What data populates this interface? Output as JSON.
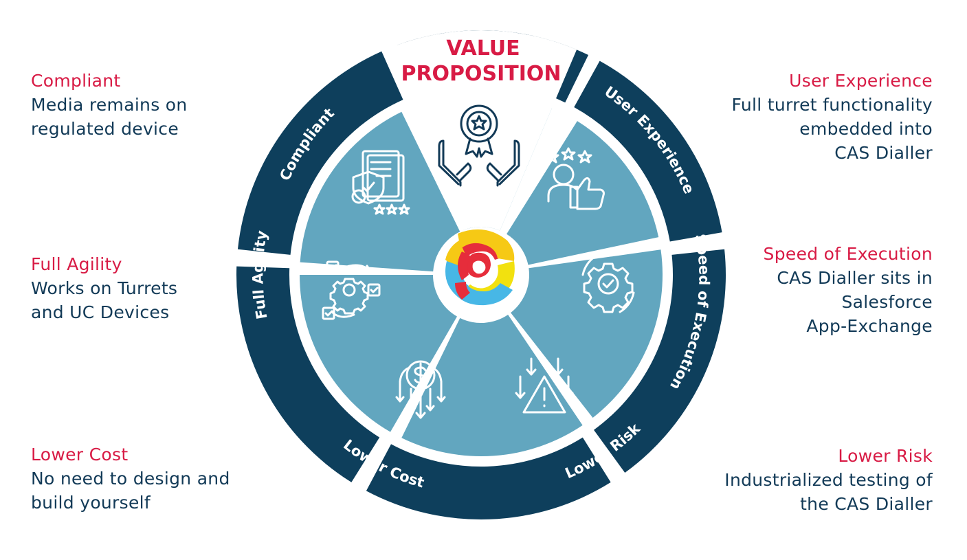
{
  "title": {
    "line1": "VALUE",
    "line2": "PROPOSITION"
  },
  "segments": [
    {
      "ring": "User Experience",
      "icon": "thumbs-up-rating-icon"
    },
    {
      "ring": "Speed of Execution",
      "icon": "gear-check-icon"
    },
    {
      "ring": "Lower Risk",
      "icon": "risk-warning-icon"
    },
    {
      "ring": "Lower Cost",
      "icon": "dollar-down-icon"
    },
    {
      "ring": "Full Agility",
      "icon": "gear-process-icon"
    },
    {
      "ring": "Compliant",
      "icon": "compliance-document-icon"
    }
  ],
  "center_icon": "brand-logo-icon",
  "top_icon": "award-hands-icon",
  "descriptions": {
    "compliant": {
      "title": "Compliant",
      "lines": [
        "Media remains on",
        "regulated device"
      ]
    },
    "full_agility": {
      "title": "Full Agility",
      "lines": [
        "Works on Turrets",
        "and UC Devices"
      ]
    },
    "lower_cost": {
      "title": "Lower Cost",
      "lines": [
        "No need to design and",
        "build yourself"
      ]
    },
    "user_experience": {
      "title": "User Experience",
      "lines": [
        "Full turret functionality",
        "embedded into",
        "CAS Dialler"
      ]
    },
    "speed_of_execution": {
      "title": "Speed of Execution",
      "lines": [
        "CAS Dialler sits in",
        "Salesforce",
        "App-Exchange"
      ]
    },
    "lower_risk": {
      "title": "Lower Risk",
      "lines": [
        "Industrialized testing of",
        "the CAS Dialler"
      ]
    }
  },
  "colors": {
    "ring": "#0e3f5c",
    "inner": "#62a6bf",
    "accent": "#d81b45",
    "text": "#123a57"
  }
}
